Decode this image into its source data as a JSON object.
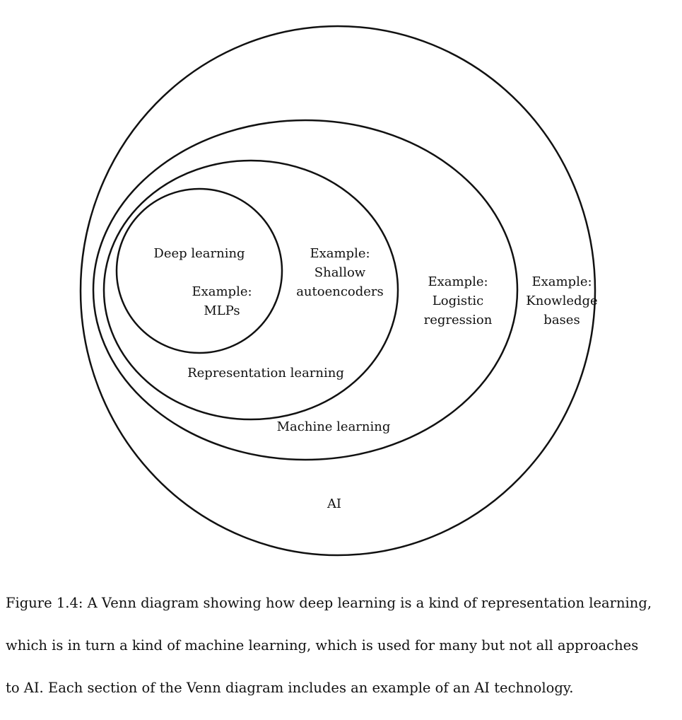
{
  "diagram": {
    "sets": [
      {
        "id": "ai",
        "label": "AI",
        "example": [
          "Example:",
          "Knowledge",
          "bases"
        ]
      },
      {
        "id": "machine_learning",
        "label": "Machine learning",
        "example": [
          "Example:",
          "Logistic",
          "regression"
        ]
      },
      {
        "id": "representation_learning",
        "label": "Representation learning",
        "example": [
          "Example:",
          "Shallow",
          "autoencoders"
        ]
      },
      {
        "id": "deep_learning",
        "label": "Deep learning",
        "example": [
          "Example:",
          "MLPs"
        ]
      }
    ],
    "stroke_color": "#111111"
  },
  "caption": {
    "lines": [
      "Figure 1.4: A Venn diagram showing how deep learning is a kind of representation learning,",
      "which is in turn a kind of machine learning, which is used for many but not all approaches",
      "to AI. Each section of the Venn diagram includes an example of an AI technology."
    ]
  }
}
